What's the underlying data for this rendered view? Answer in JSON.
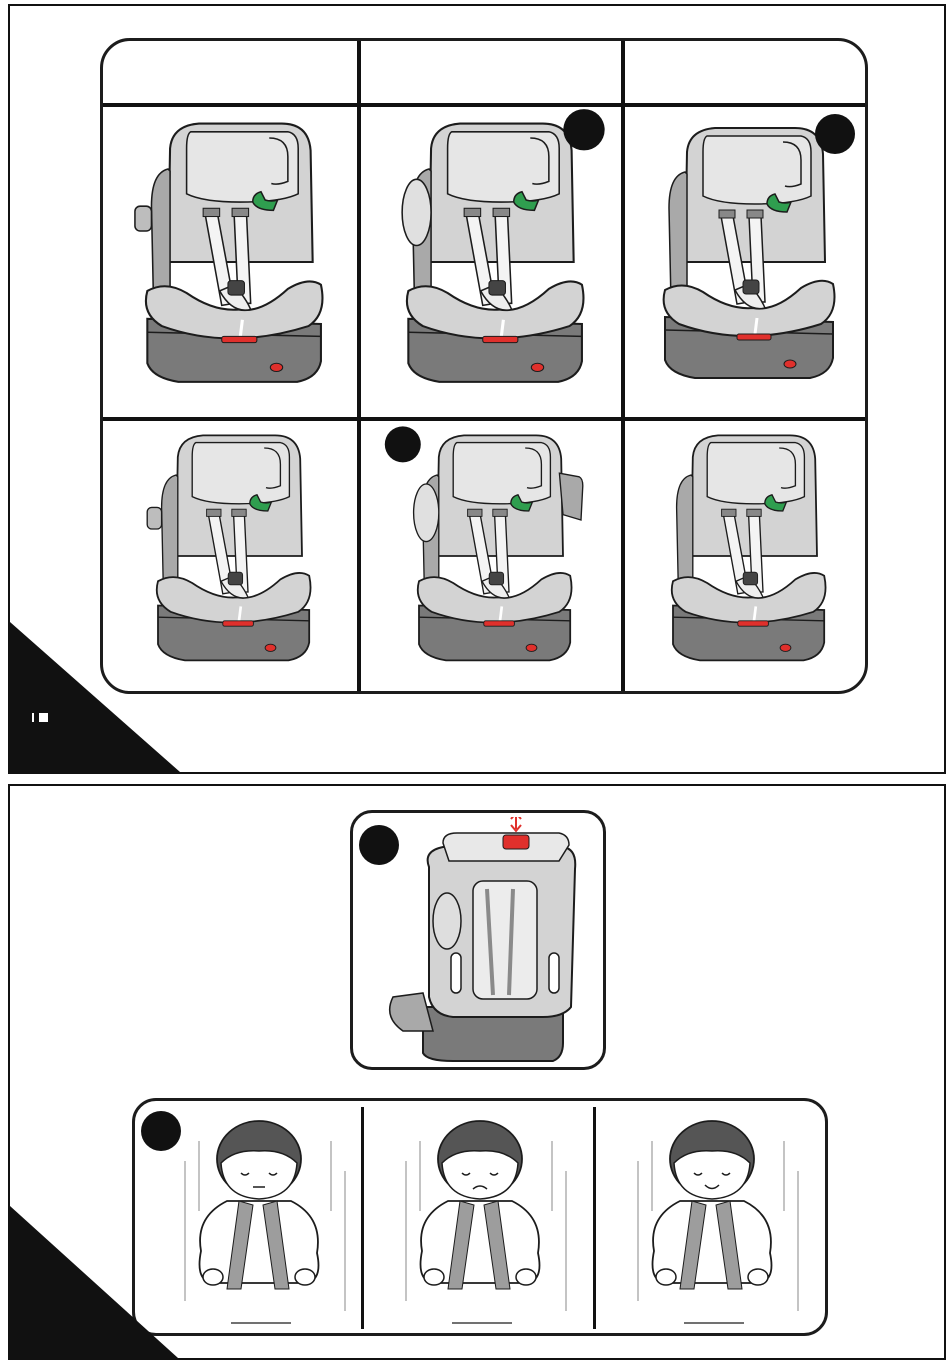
{
  "page": {
    "page_marker": "",
    "grid": {
      "column_headers": [
        "",
        "",
        ""
      ],
      "rows": [
        [
          {
            "variant": "with-handle",
            "badge": false
          },
          {
            "variant": "side-pad",
            "badge": true
          },
          {
            "variant": "plain",
            "badge": true
          }
        ],
        [
          {
            "variant": "with-handle",
            "badge": false
          },
          {
            "variant": "headrest-raised",
            "badge": true
          },
          {
            "variant": "plain",
            "badge": false
          }
        ]
      ]
    },
    "back_view": {
      "badge": true,
      "arrow_color": "#e0302c"
    },
    "child_fit": {
      "badge": true,
      "panels": [
        {
          "mood": "neutral",
          "caption": ""
        },
        {
          "mood": "frown",
          "caption": ""
        },
        {
          "mood": "smile",
          "caption": ""
        }
      ]
    }
  },
  "colors": {
    "line": "#1c1c1c",
    "seat_fill": "#d3d3d3",
    "seat_shade": "#a9a9a9",
    "base_fill": "#7a7a7a",
    "belt_fill": "#9d9d9d",
    "green_guide": "#2f9e4f",
    "red_indicator": "#e0302c",
    "hair": "#555555"
  },
  "icons": [
    "black-corner-triangle",
    "step-badge-icon",
    "adjust-arrow-icon"
  ]
}
